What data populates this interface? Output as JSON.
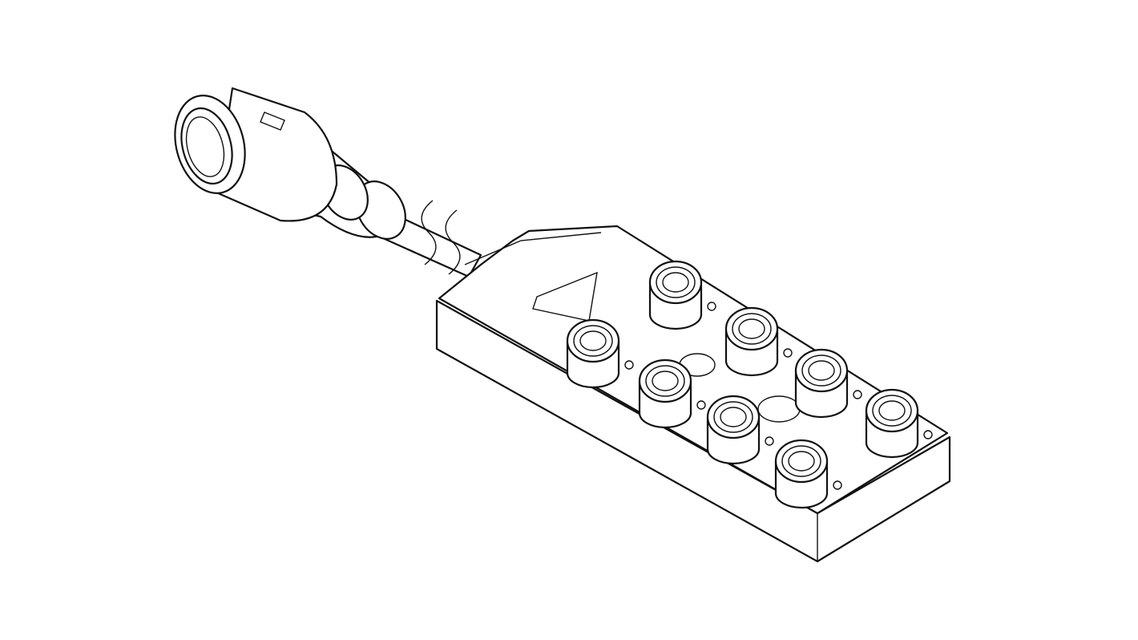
{
  "drawing": {
    "subject": "connector-distribution-box",
    "colors": {
      "line": "#111111",
      "background": "#ffffff"
    },
    "ports": [
      {
        "row": "back",
        "index": 1
      },
      {
        "row": "back",
        "index": 2
      },
      {
        "row": "back",
        "index": 3
      },
      {
        "row": "back",
        "index": 4
      },
      {
        "row": "front",
        "index": 1
      },
      {
        "row": "front",
        "index": 2
      },
      {
        "row": "front",
        "index": 3
      },
      {
        "row": "front",
        "index": 4
      }
    ]
  }
}
